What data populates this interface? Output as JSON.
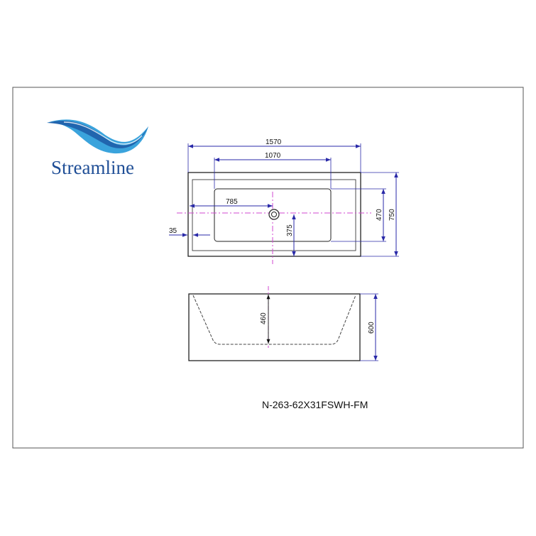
{
  "brand": {
    "name": "Streamline",
    "colors": {
      "text": "#1f4e96",
      "wave_dark": "#1f5ea8",
      "wave_light": "#3aa3dc"
    }
  },
  "model_number": "N-263-62X31FSWH-FM",
  "colors": {
    "dimension_line": "#2a2aa8",
    "center_line": "#d04ad0",
    "outline": "#222222",
    "frame": "#555555"
  },
  "plan_view": {
    "dimensions": {
      "overall_length": "1570",
      "inner_length": "1070",
      "drain_offset": "785",
      "rim_offset": "35",
      "drain_to_edge": "375",
      "inner_width": "470",
      "overall_width": "750"
    }
  },
  "side_view": {
    "dimensions": {
      "inner_depth": "460",
      "overall_height": "600"
    }
  }
}
